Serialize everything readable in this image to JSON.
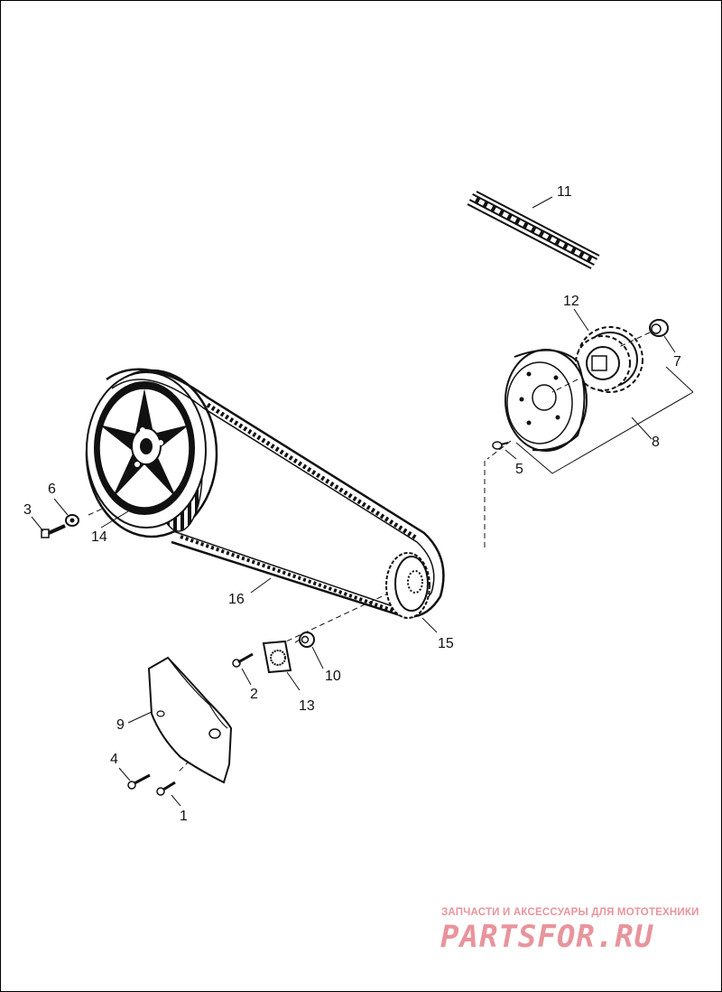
{
  "diagram": {
    "callouts": [
      {
        "id": "c1",
        "label": "1"
      },
      {
        "id": "c2",
        "label": "2"
      },
      {
        "id": "c3",
        "label": "3"
      },
      {
        "id": "c4",
        "label": "4"
      },
      {
        "id": "c5",
        "label": "5"
      },
      {
        "id": "c6",
        "label": "6"
      },
      {
        "id": "c7",
        "label": "7"
      },
      {
        "id": "c8",
        "label": "8"
      },
      {
        "id": "c9",
        "label": "9"
      },
      {
        "id": "c10",
        "label": "10"
      },
      {
        "id": "c11",
        "label": "11"
      },
      {
        "id": "c12",
        "label": "12"
      },
      {
        "id": "c13",
        "label": "13"
      },
      {
        "id": "c14",
        "label": "14"
      },
      {
        "id": "c15",
        "label": "15"
      },
      {
        "id": "c16",
        "label": "16"
      }
    ]
  },
  "watermark": {
    "subtitle": "ЗАПЧАСТИ И АКСЕССУАРЫ ДЛЯ МОТОТЕХНИКИ",
    "logo": "PARTSFOR.RU",
    "color": "#e8949c"
  }
}
